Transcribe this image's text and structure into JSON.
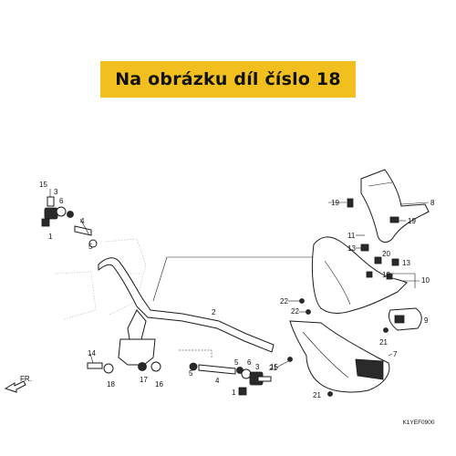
{
  "banner": {
    "text": "Na obrázku díl číslo 18",
    "color": "#f2c01e"
  },
  "diagram_code": "K1YEF0900",
  "direction_arrow": {
    "label": "FR.",
    "icon": "front-direction-arrow-icon"
  },
  "callouts": {
    "c15a": "15",
    "c3a": "3",
    "c6": "6",
    "c4": "4",
    "c1a": "1",
    "c5a": "5",
    "c2": "2",
    "c14": "14",
    "c18": "18",
    "c5b": "5",
    "c17": "17",
    "c16": "16",
    "c5c": "5",
    "c4b": "4",
    "c6b": "6",
    "c3b": "3",
    "c15b": "15",
    "c1b": "1",
    "c21a": "21",
    "c19a": "19",
    "c8": "8",
    "c19b": "19",
    "c11": "11",
    "c13a": "13",
    "c20": "20",
    "c13b": "13",
    "c12": "12",
    "c10": "10",
    "c22a": "22",
    "c22b": "22",
    "c9": "9",
    "c21b": "21",
    "c7": "7",
    "c21c": "21"
  }
}
